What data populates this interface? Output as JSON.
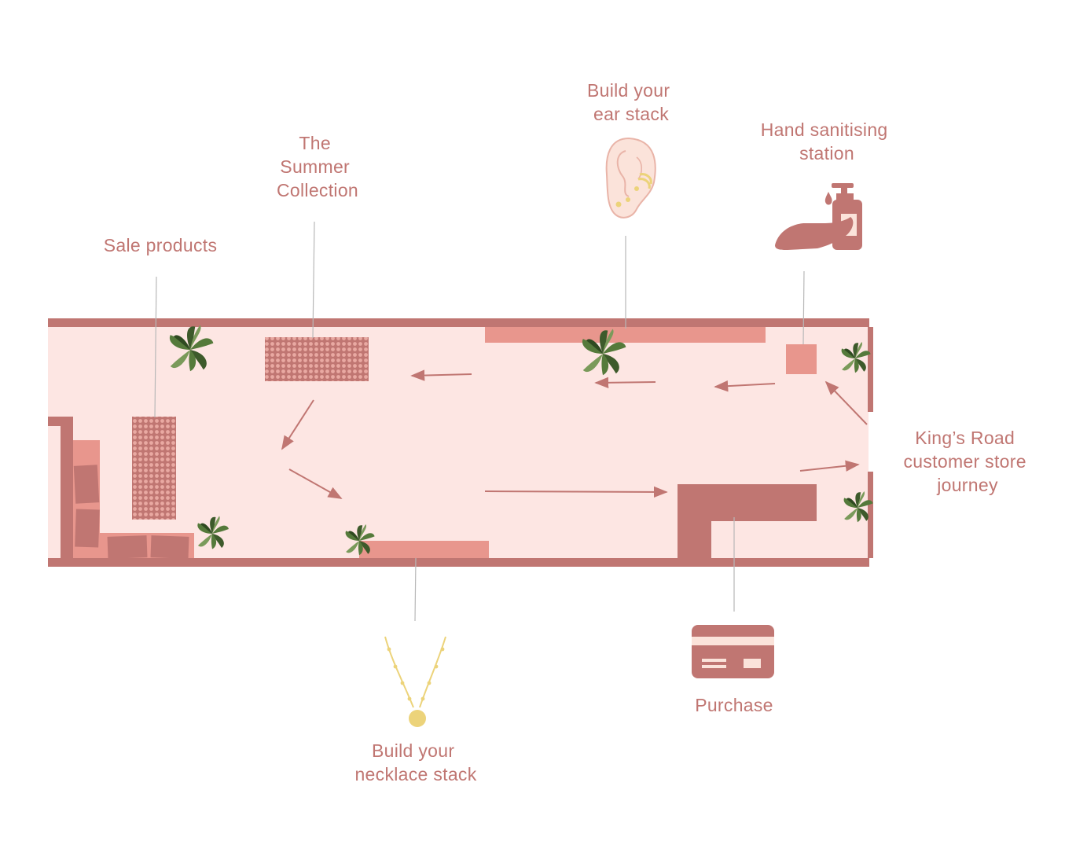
{
  "labels": {
    "sale_products": "Sale products",
    "summer_collection": [
      "The",
      "Summer",
      "Collection"
    ],
    "ear_stack": [
      "Build your",
      "ear stack"
    ],
    "hand_sanitising": [
      "Hand sanitising",
      "station"
    ],
    "kings_road": [
      "King’s Road",
      "customer store",
      "journey"
    ],
    "necklace_stack": [
      "Build your",
      "necklace stack"
    ],
    "purchase": "Purchase"
  },
  "colors": {
    "wall": "#c07672",
    "floor": "#fde6e3",
    "fixture": "#e8968d",
    "label": "#c07672",
    "leader": "#b8b8b8",
    "plant_dark": "#3d5a2b",
    "plant_light": "#7a9a5a",
    "gold": "#ecd37a",
    "ear": "#fbe3da"
  },
  "icons": [
    "ear-icon",
    "hand-sanitiser-icon",
    "necklace-icon",
    "credit-card-icon",
    "plant-icon",
    "arrow-icon"
  ]
}
